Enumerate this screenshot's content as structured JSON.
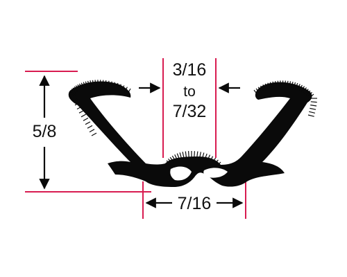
{
  "dimensions": {
    "height_label": "5/8",
    "gap_top_label": "3/16",
    "gap_mid_label": "to",
    "gap_bottom_label": "7/32",
    "base_width_label": "7/16"
  },
  "colors": {
    "profile": "#0a0a0a",
    "guide_lines": "#d81b50",
    "arrows": "#0a0a0a",
    "background": "#ffffff"
  }
}
